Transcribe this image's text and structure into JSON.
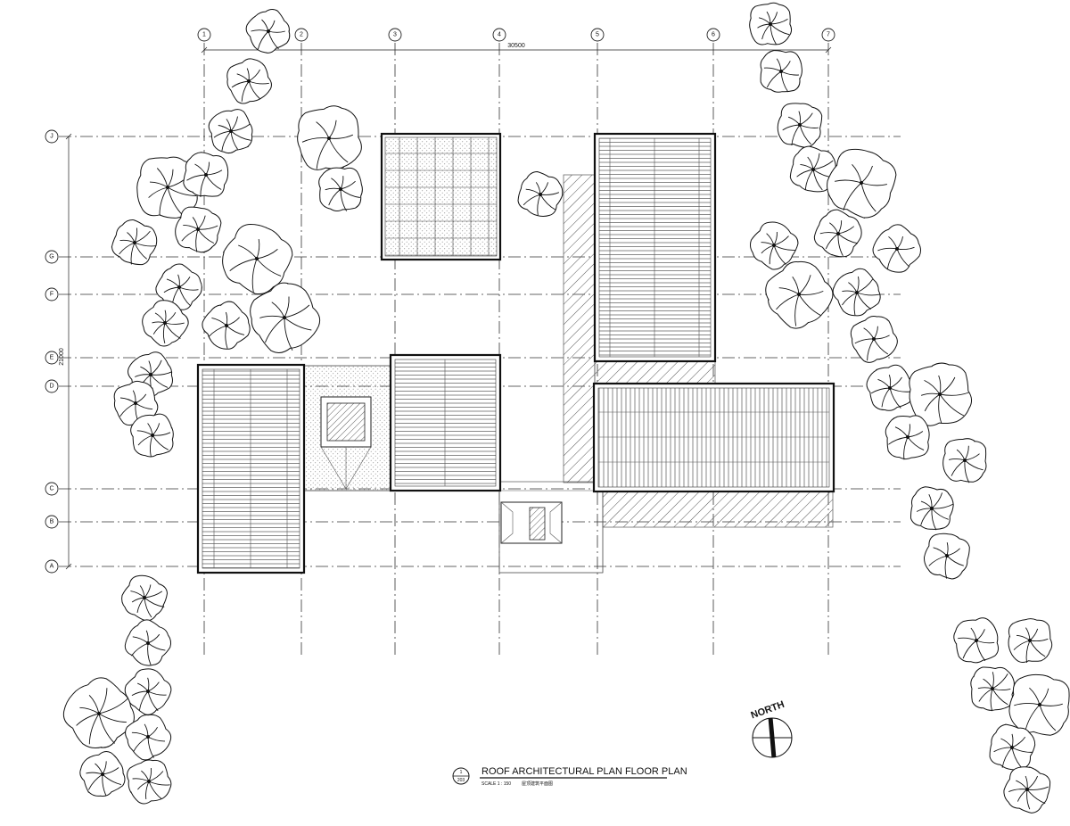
{
  "drawing": {
    "grid_columns": [
      "1",
      "2",
      "3",
      "4",
      "5",
      "6",
      "7"
    ],
    "grid_rows": [
      "J",
      "G",
      "F",
      "E",
      "D",
      "C",
      "B",
      "A"
    ],
    "overall_width_dim": "30500",
    "overall_depth_dim": "21000"
  },
  "title_block": {
    "title": "ROOF ARCHITECTURAL PLAN  FLOOR PLAN",
    "scale": "SCALE 1 : 150",
    "subtitle_local": "屋顶建筑平面图",
    "detail_number": "1",
    "sheet_number": "203"
  },
  "north_arrow": {
    "label": "NORTH",
    "rotation_deg": -20
  },
  "colors": {
    "line": "#111111",
    "background": "#ffffff"
  }
}
